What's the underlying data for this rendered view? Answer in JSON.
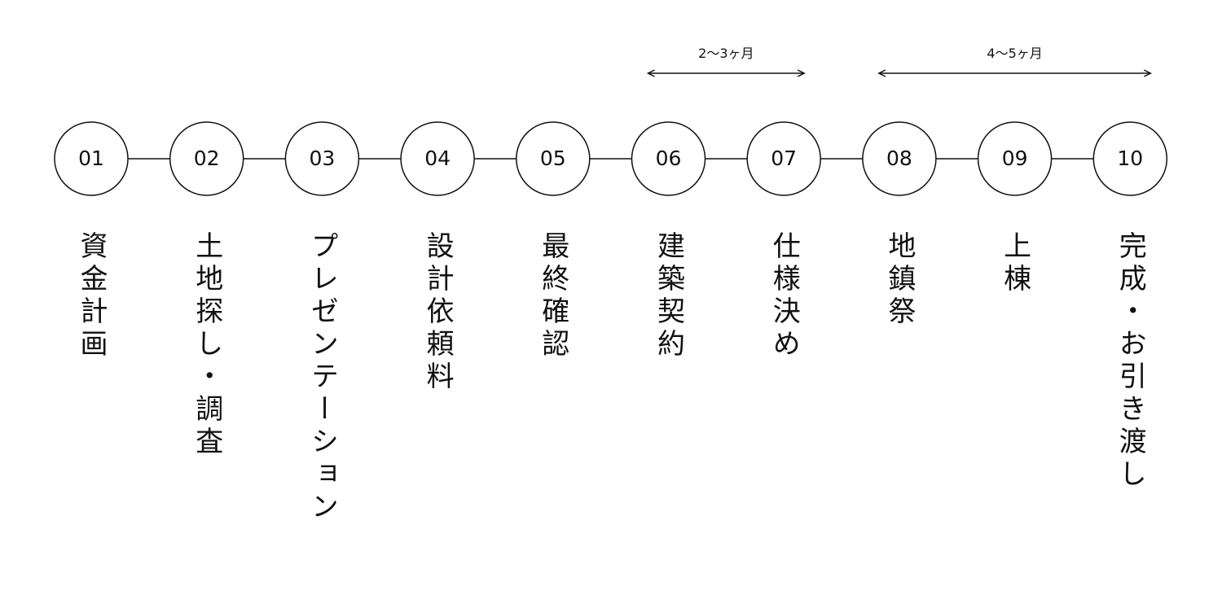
{
  "ranges": [
    {
      "label": "2〜3ヶ月",
      "from_step": 6,
      "to_step": 7
    },
    {
      "label": "4〜5ヶ月",
      "from_step": 8,
      "to_step": 10
    }
  ],
  "steps": [
    {
      "number": "01",
      "label": "資金計画"
    },
    {
      "number": "02",
      "label": "土地探し・調査"
    },
    {
      "number": "03",
      "label": "プレゼンテーション"
    },
    {
      "number": "04",
      "label": "設計依頼料"
    },
    {
      "number": "05",
      "label": "最終確認"
    },
    {
      "number": "06",
      "label": "建築契約"
    },
    {
      "number": "07",
      "label": "仕様決め"
    },
    {
      "number": "08",
      "label": "地鎮祭"
    },
    {
      "number": "09",
      "label": "上棟"
    },
    {
      "number": "10",
      "label": "完成・お引き渡し"
    }
  ]
}
